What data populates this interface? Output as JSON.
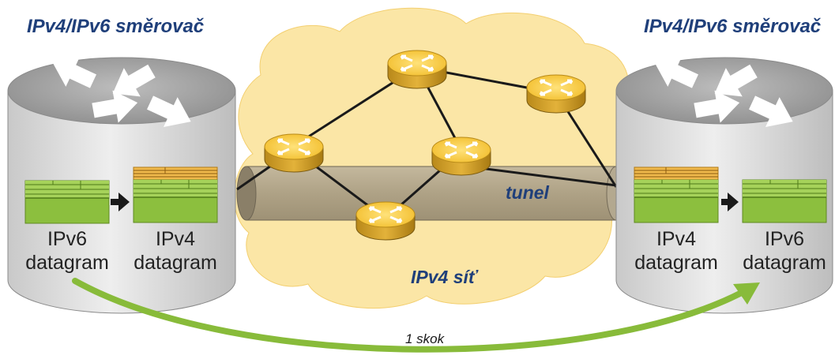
{
  "left_router": {
    "title": "IPv4/IPv6 směrovač",
    "in_label": [
      "IPv6",
      "datagram"
    ],
    "out_label": [
      "IPv4",
      "datagram"
    ]
  },
  "right_router": {
    "title": "IPv4/IPv6 směrovač",
    "in_label": [
      "IPv4",
      "datagram"
    ],
    "out_label": [
      "IPv6",
      "datagram"
    ]
  },
  "network_label": "IPv4 síť",
  "tunnel_label": "tunel",
  "hop_label": "1 skok",
  "colors": {
    "title_blue": "#1f3f7a",
    "cloud": "#fbe6a6",
    "tunnel": "#a89c83",
    "router_gold": "#e8b733",
    "datagram_green": "#8cbf3e",
    "header_orange": "#f0b94c",
    "arrow_green": "#88bb3a"
  }
}
